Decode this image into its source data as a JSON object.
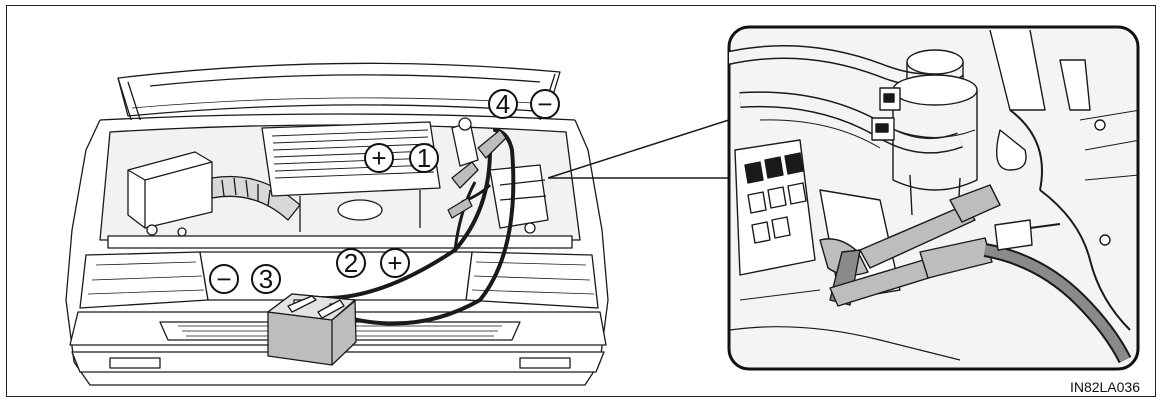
{
  "figure_code": "IN82LA036",
  "callouts": {
    "c1": {
      "number": "1",
      "polarity": "+"
    },
    "c2": {
      "number": "2",
      "polarity": "+"
    },
    "c3": {
      "number": "3",
      "polarity": "−"
    },
    "c4": {
      "number": "4",
      "polarity": "−"
    }
  },
  "colors": {
    "line": "#1a1a1a",
    "shade": "#bdbdbd",
    "light": "#e3e3e3",
    "inset_bg": "#f4f4f4"
  }
}
